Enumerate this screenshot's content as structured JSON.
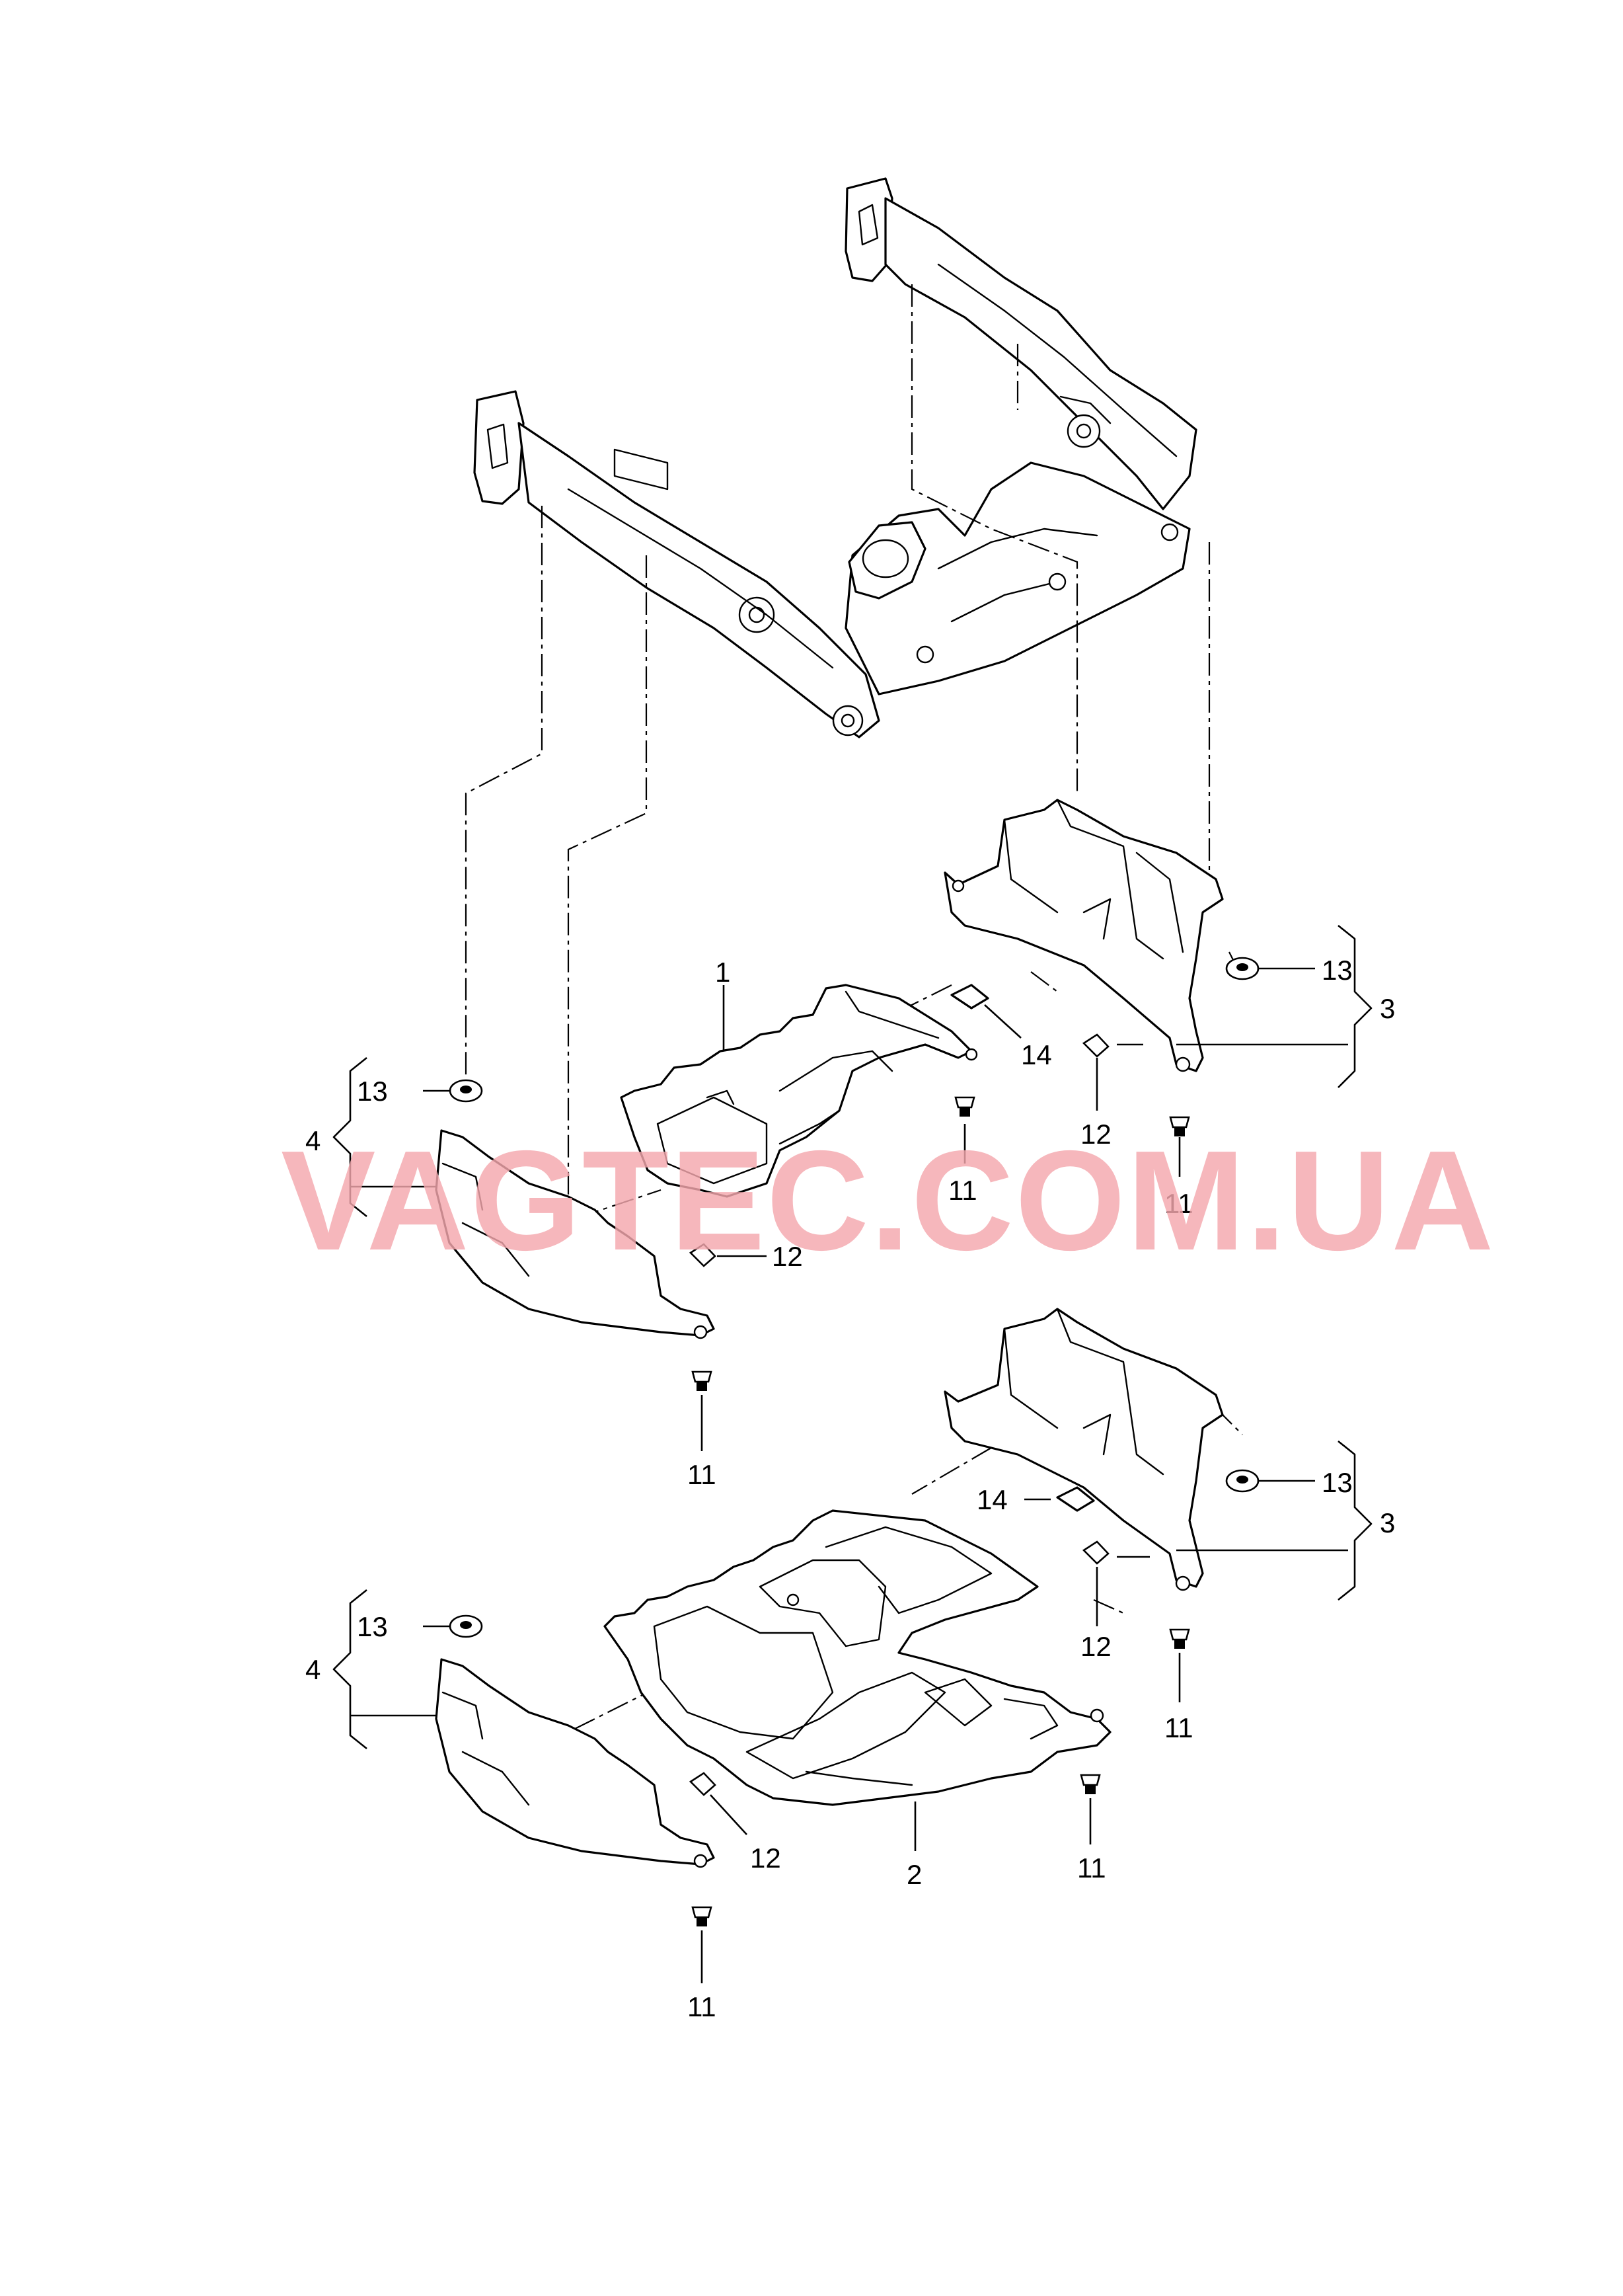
{
  "watermark": {
    "text": "VAGTEC.COM.UA",
    "color": "#f4a7ad"
  },
  "callouts": {
    "c1": "1",
    "c2": "2",
    "c3a": "3",
    "c3b": "3",
    "c4a": "4",
    "c4b": "4",
    "c11a": "11",
    "c11b": "11",
    "c11c": "11",
    "c11d": "11",
    "c11e": "11",
    "c11f": "11",
    "c12a": "12",
    "c12b": "12",
    "c12c": "12",
    "c12d": "12",
    "c13a": "13",
    "c13b": "13",
    "c13c": "13",
    "c13d": "13",
    "c14a": "14",
    "c14b": "14"
  }
}
